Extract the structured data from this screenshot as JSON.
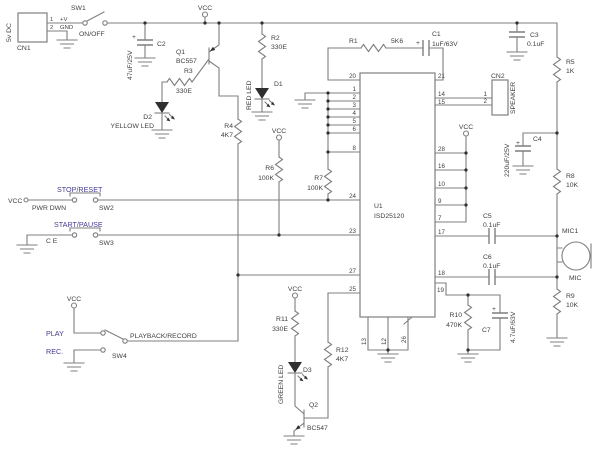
{
  "colors": {
    "background": "#ffffff",
    "wire": "#7f7f7f",
    "text": "#3f3f3f",
    "accent_text": "#453c8f",
    "symbol_fill": "#2f2f2f"
  },
  "vcc": "VCC",
  "plus": "+",
  "power_input": {
    "ref": "CN1",
    "label": "5v DC",
    "pin1_num": "1",
    "pin1_name": "+V",
    "pin2_num": "2",
    "pin2_name": "GND"
  },
  "switches": {
    "sw1": {
      "ref": "SW1",
      "label": "ON/OFF"
    },
    "sw2": {
      "ref": "SW2",
      "label": "STOP/RESET",
      "signal": "PWR DWN"
    },
    "sw3": {
      "ref": "SW3",
      "label": "START/PAUSE",
      "signal": "C E"
    },
    "sw4": {
      "ref": "SW4",
      "label": "PLAYBACK/RECORD",
      "pos_play": "PLAY",
      "pos_rec": "REC."
    }
  },
  "resistors": {
    "r1": {
      "ref": "R1",
      "value": "5K6"
    },
    "r2": {
      "ref": "R2",
      "value": "330E"
    },
    "r3": {
      "ref": "R3",
      "value": "330E"
    },
    "r4": {
      "ref": "R4",
      "value": "4K7"
    },
    "r5": {
      "ref": "R5",
      "value": "1K"
    },
    "r6": {
      "ref": "R6",
      "value": "100K"
    },
    "r7": {
      "ref": "R7",
      "value": "100K"
    },
    "r8": {
      "ref": "R8",
      "value": "10K"
    },
    "r9": {
      "ref": "R9",
      "value": "10K"
    },
    "r10": {
      "ref": "R10",
      "value": "470K"
    },
    "r11": {
      "ref": "R11",
      "value": "330E"
    },
    "r12": {
      "ref": "R12",
      "value": "4K7"
    }
  },
  "capacitors": {
    "c1": {
      "ref": "C1",
      "value": "1uF/63V",
      "polarized": true
    },
    "c2": {
      "ref": "C2",
      "value": "47uF/25V",
      "polarized": true
    },
    "c3": {
      "ref": "C3",
      "value": "0.1uF",
      "polarized": false
    },
    "c4": {
      "ref": "C4",
      "value": "220uF/25V",
      "polarized": true
    },
    "c5": {
      "ref": "C5",
      "value": "0.1uF",
      "polarized": false
    },
    "c6": {
      "ref": "C6",
      "value": "0.1uF",
      "polarized": false
    },
    "c7": {
      "ref": "C7",
      "value": "4.7uF/63V",
      "polarized": true
    }
  },
  "transistors": {
    "q1": {
      "ref": "Q1",
      "part": "BC557"
    },
    "q2": {
      "ref": "Q2",
      "part": "BC547"
    }
  },
  "leds": {
    "d1": {
      "ref": "D1",
      "label": "RED LED"
    },
    "d2": {
      "ref": "D2",
      "label": "YELLOW LED"
    },
    "d3": {
      "ref": "D3",
      "label": "GREEN LED"
    }
  },
  "ic": {
    "ref": "U1",
    "part": "ISD25120",
    "pins_left": [
      "20",
      "1",
      "2",
      "3",
      "4",
      "5",
      "6",
      "8",
      "24",
      "23",
      "27",
      "25"
    ],
    "pins_right": [
      "21",
      "14",
      "15",
      "28",
      "16",
      "10",
      "9",
      "7",
      "17",
      "18",
      "19"
    ],
    "pins_bottom": [
      "13",
      "12",
      "26"
    ]
  },
  "speaker": {
    "ref": "CN2",
    "pin1": "1",
    "pin2": "2",
    "label": "SPEAKER"
  },
  "mic": {
    "ref": "MIC1",
    "label": "MIC"
  }
}
